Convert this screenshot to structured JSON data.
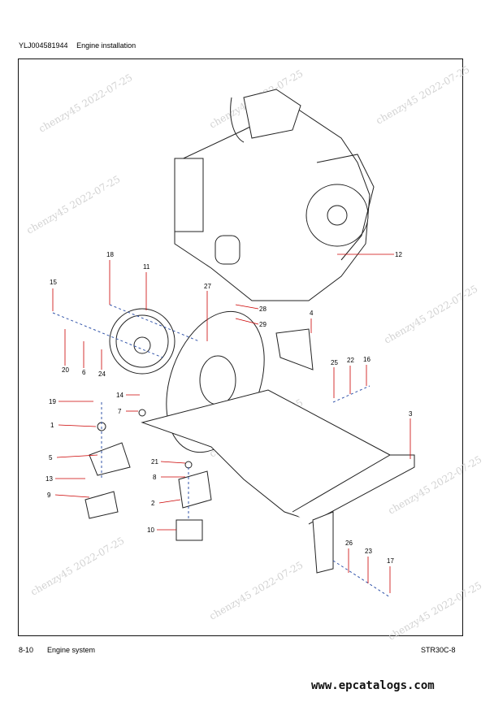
{
  "header": {
    "code": "YLJ004581944",
    "title": "Engine installation"
  },
  "footer": {
    "page": "8-10",
    "section": "Engine system",
    "model": "STR30C-8"
  },
  "site": "www.epcatalogs.com",
  "watermark": "chenzy45 2022-07-25",
  "callouts": [
    "15",
    "18",
    "11",
    "27",
    "12",
    "28",
    "29",
    "4",
    "20",
    "6",
    "24",
    "25",
    "22",
    "16",
    "19",
    "14",
    "7",
    "1",
    "3",
    "5",
    "21",
    "8",
    "13",
    "9",
    "2",
    "10",
    "26",
    "23",
    "17"
  ],
  "colors": {
    "leader": "#cc0000",
    "callout": "#000000"
  }
}
